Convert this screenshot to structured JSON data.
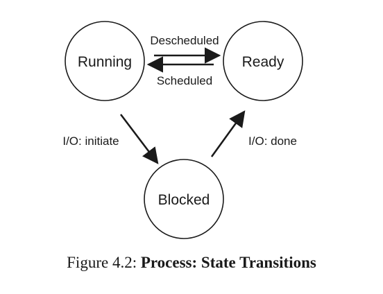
{
  "diagram": {
    "nodes": {
      "running": "Running",
      "ready": "Ready",
      "blocked": "Blocked"
    },
    "edges": {
      "descheduled": "Descheduled",
      "scheduled": "Scheduled",
      "io_initiate": "I/O: initiate",
      "io_done": "I/O: done"
    }
  },
  "caption": {
    "prefix": "Figure 4.2:",
    "title": "Process: State Transitions"
  },
  "colors": {
    "stroke": "#1a1a1a",
    "background": "#ffffff"
  }
}
